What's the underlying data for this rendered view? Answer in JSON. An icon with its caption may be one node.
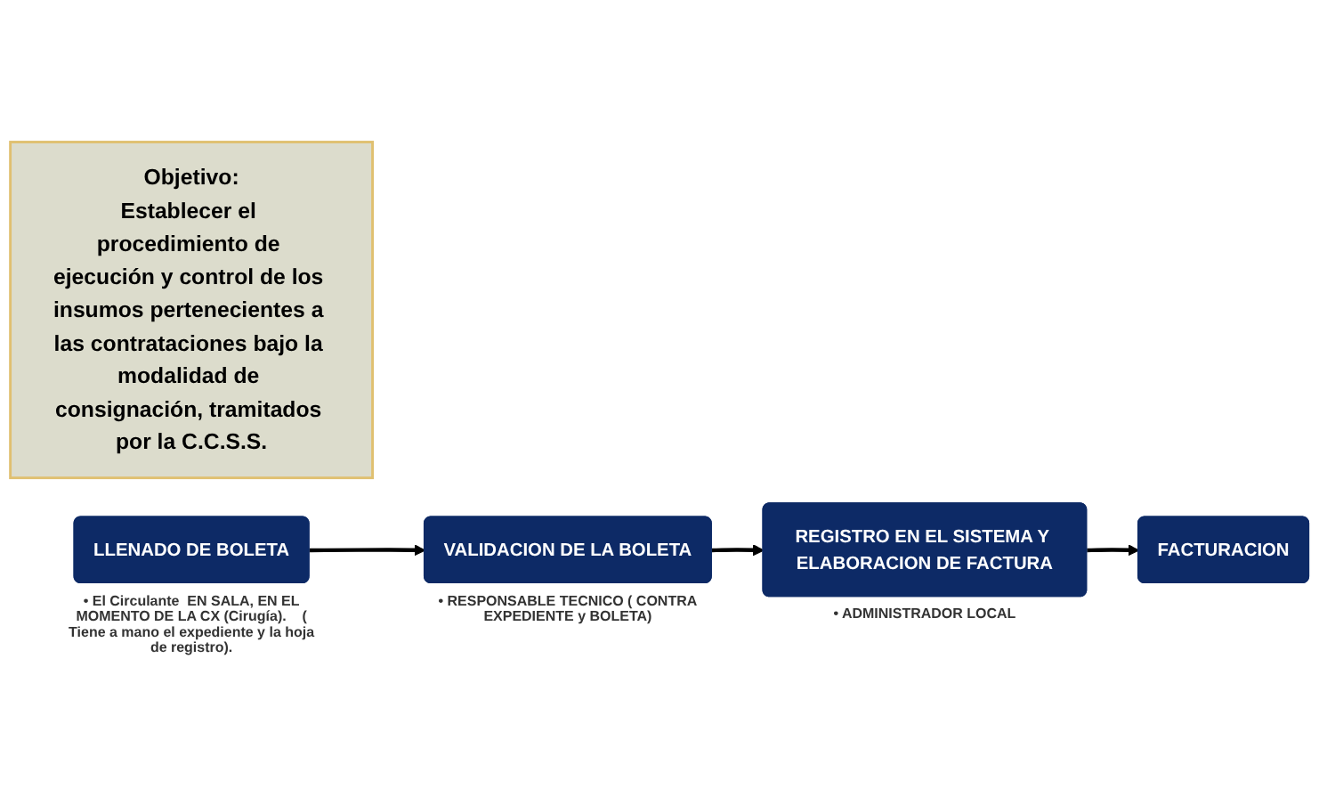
{
  "diagram": {
    "nodes": [
      {
        "text": [
          "Objetivo:",
          "Establecer el procedimiento de ejecución y control de los insumos pertenecientes a las contrataciones bajo la modalidad de consignación, tramitados por la C.C.S.S."
        ]
      },
      {
        "text": [
          "LLENADO DE BOLETA"
        ],
        "beside": [
          "• El Circulante  EN SALA, EN EL MOMENTO DE LA CX (Cirugía).    ( Tiene a mano el expediente y la hoja de registro)."
        ]
      },
      {
        "text": [
          "VALIDACION DE LA BOLETA"
        ],
        "beside": [
          "• RESPONSABLE TECNICO ( CONTRA EXPEDIENTE y BOLETA)"
        ]
      },
      {
        "text": [
          "REGISTRO EN EL SISTEMA Y ELABORACION DE FACTURA"
        ],
        "beside": [
          "• ADMINISTRADOR LOCAL"
        ]
      },
      {
        "text": [
          "FACTURACION"
        ]
      }
    ],
    "edges": [
      {
        "from": 1,
        "to": 2,
        "arrow": "to"
      },
      {
        "from": 2,
        "to": 3,
        "arrow": "to"
      },
      {
        "from": 3,
        "to": 4,
        "arrow": "to"
      }
    ]
  }
}
